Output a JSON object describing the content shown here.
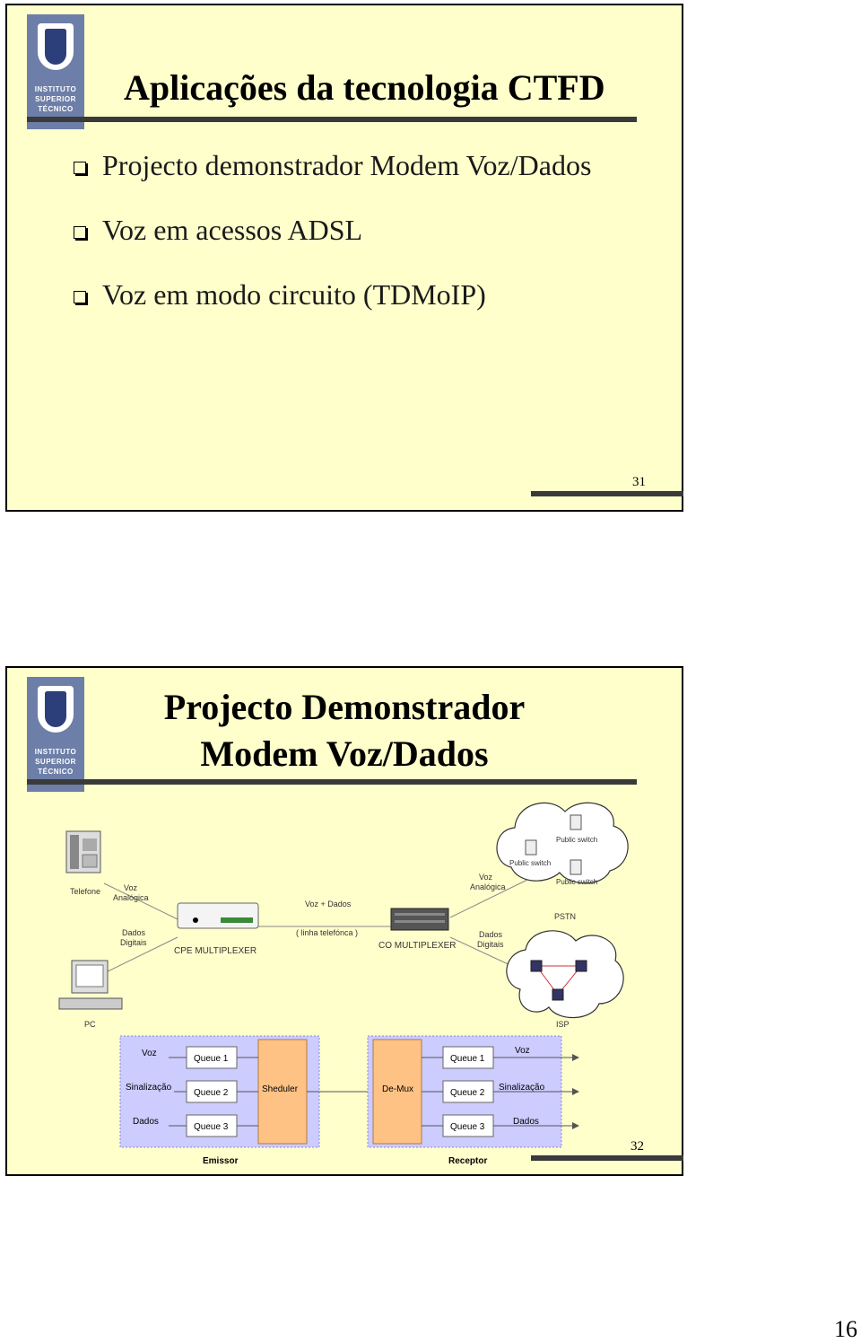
{
  "logo": {
    "lines": [
      "INSTITUTO",
      "SUPERIOR",
      "TÉCNICO"
    ]
  },
  "slide1": {
    "title": "Aplicações da tecnologia CTFD",
    "bullets": [
      "Projecto demonstrador Modem Voz/Dados",
      "Voz em acessos ADSL",
      "Voz em modo circuito (TDMoIP)"
    ],
    "page_number": "31"
  },
  "slide2": {
    "title_line1": "Projecto Demonstrador",
    "title_line2": "Modem Voz/Dados",
    "page_number": "32",
    "network": {
      "telefone": "Telefone",
      "voz_analogica_left": [
        "Voz",
        "Analógica"
      ],
      "dados_digitais_left": [
        "Dados",
        "Digitais"
      ],
      "cpe": "CPE  MULTIPLEXER",
      "voz_dados": "Voz + Dados",
      "linha": "( linha telefónca )",
      "co": "CO  MULTIPLEXER",
      "voz_analogica_right": [
        "Voz",
        "Analógica"
      ],
      "dados_digitais_right": [
        "Dados",
        "Digitais"
      ],
      "switches": [
        "Public switch",
        "Public switch",
        "Public switch"
      ],
      "pstn": "PSTN",
      "pc": "PC",
      "isp": "ISP"
    },
    "emissor": {
      "label": "Emissor",
      "inputs": [
        "Voz",
        "Sinalização",
        "Dados"
      ],
      "queues": [
        "Queue 1",
        "Queue 2",
        "Queue 3"
      ],
      "block": "Sheduler"
    },
    "receptor": {
      "label": "Receptor",
      "block": "De-Mux",
      "queues": [
        "Queue 1",
        "Queue 2",
        "Queue 3"
      ],
      "outputs": [
        "Voz",
        "Sinalização",
        "Dados"
      ]
    }
  },
  "document_page": "16"
}
